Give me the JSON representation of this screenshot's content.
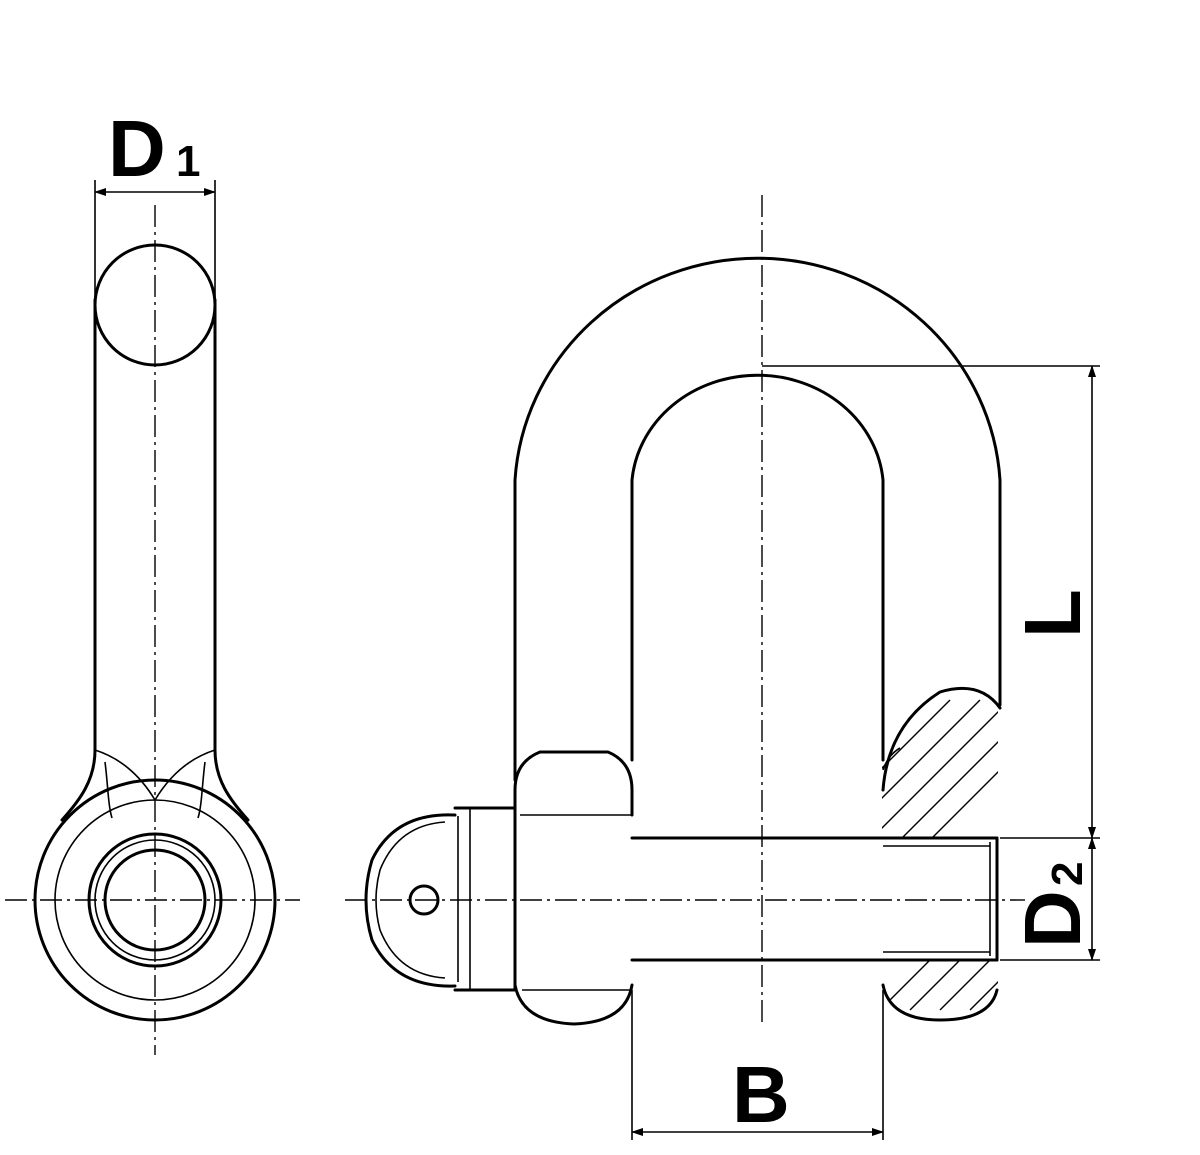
{
  "labels": {
    "d1_main": "D",
    "d1_sub": "1",
    "l": "L",
    "d2_main": "D",
    "d2_sub": "2",
    "b": "B"
  }
}
